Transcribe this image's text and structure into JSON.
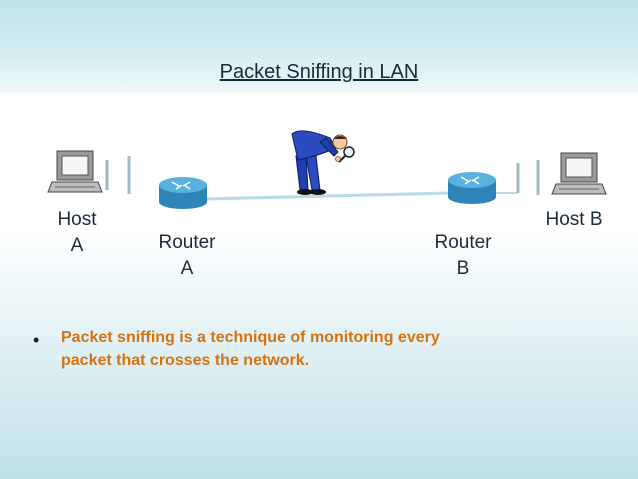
{
  "slide": {
    "title": "Packet Sniffing in LAN",
    "nodes": {
      "host_a": {
        "label_line1": "Host",
        "label_line2": "A"
      },
      "router_a": {
        "label_line1": "Router",
        "label_line2": "A"
      },
      "router_b": {
        "label_line1": "Router",
        "label_line2": "B"
      },
      "host_b": {
        "label": "Host B"
      }
    },
    "bullet": {
      "marker": "•",
      "text": "Packet sniffing is a technique of monitoring every packet that crosses the network."
    },
    "colors": {
      "accent_text": "#d4720f",
      "router": "#3a9bd0",
      "link": "#b8dbe5"
    }
  }
}
